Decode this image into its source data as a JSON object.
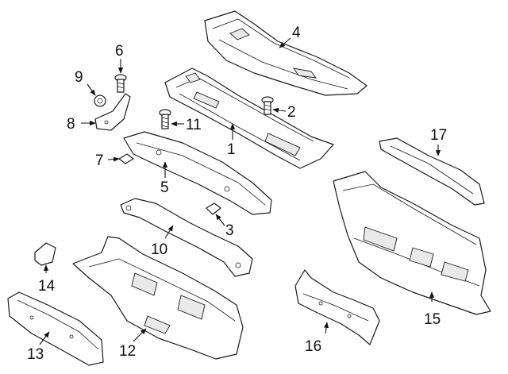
{
  "diagram": {
    "callouts": {
      "c1": "1",
      "c2": "2",
      "c3": "3",
      "c4": "4",
      "c5": "5",
      "c6": "6",
      "c7": "7",
      "c8": "8",
      "c9": "9",
      "c10": "10",
      "c11": "11",
      "c12": "12",
      "c13": "13",
      "c14": "14",
      "c15": "15",
      "c16": "16",
      "c17": "17"
    },
    "colors": {
      "line": "#1a1a1a",
      "background": "#ffffff"
    }
  }
}
